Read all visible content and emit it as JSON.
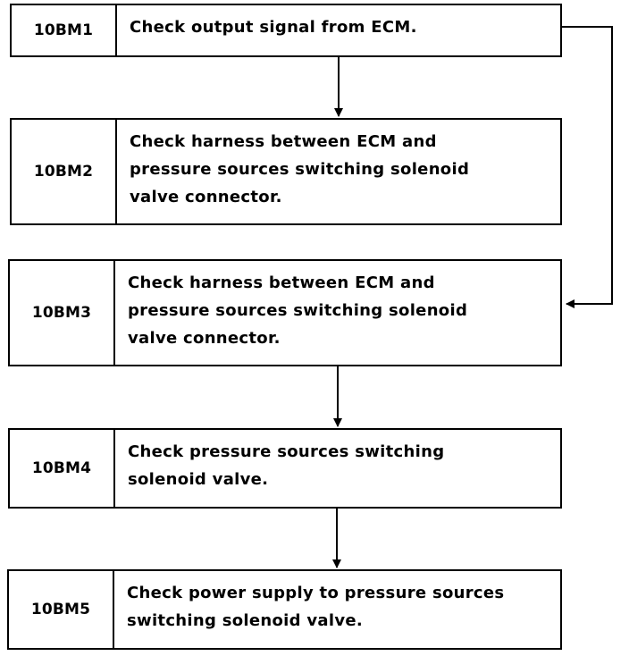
{
  "steps": [
    {
      "code": "10BM1",
      "text": "Check output signal from ECM."
    },
    {
      "code": "10BM2",
      "text": "Check harness between ECM and\npressure sources switching solenoid\nvalve connector."
    },
    {
      "code": "10BM3",
      "text": "Check harness between ECM and\npressure sources switching solenoid\nvalve connector."
    },
    {
      "code": "10BM4",
      "text": "Check pressure sources switching\nsolenoid valve."
    },
    {
      "code": "10BM5",
      "text": "Check power supply to pressure sources\nswitching solenoid valve."
    }
  ]
}
